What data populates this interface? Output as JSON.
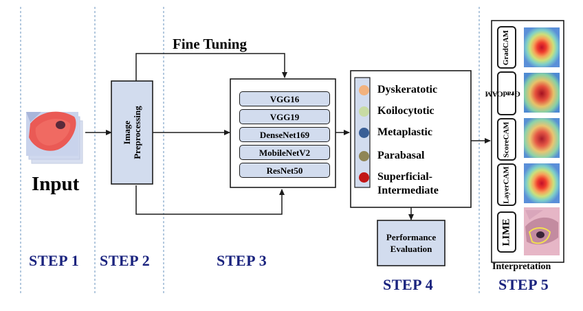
{
  "input": {
    "label": "Input"
  },
  "steps": [
    "STEP 1",
    "STEP 2",
    "STEP 3",
    "STEP 4",
    "STEP 5"
  ],
  "preprocessing": {
    "label_line1": "Image",
    "label_line2": "Preprocessing"
  },
  "fine_tuning": {
    "label": "Fine Tuning"
  },
  "models": [
    "VGG16",
    "VGG19",
    "DenseNet169",
    "MobileNetV2",
    "ResNet50"
  ],
  "classes": [
    {
      "label": "Dyskeratotic",
      "color": "#f2b27e"
    },
    {
      "label": "Koilocytotic",
      "color": "#c8dba4"
    },
    {
      "label": "Metaplastic",
      "color": "#3a5f96"
    },
    {
      "label": "Parabasal",
      "color": "#8f8555"
    },
    {
      "label": "Superficial-",
      "label2": "Intermediate",
      "color": "#c21616"
    }
  ],
  "performance": {
    "label_line1": "Performance",
    "label_line2": "Evaluation"
  },
  "interpretation": {
    "title": "Interpretation",
    "methods": [
      {
        "label": "GradCAM"
      },
      {
        "label": "GradCAM",
        "label2": "++"
      },
      {
        "label": "ScoreCAM"
      },
      {
        "label": "LayerCAM"
      },
      {
        "label": "LIME"
      }
    ]
  },
  "colors": {
    "step_label": "#1a237e",
    "box_fill": "#d2dcee",
    "divider": "#7fa3c9"
  }
}
